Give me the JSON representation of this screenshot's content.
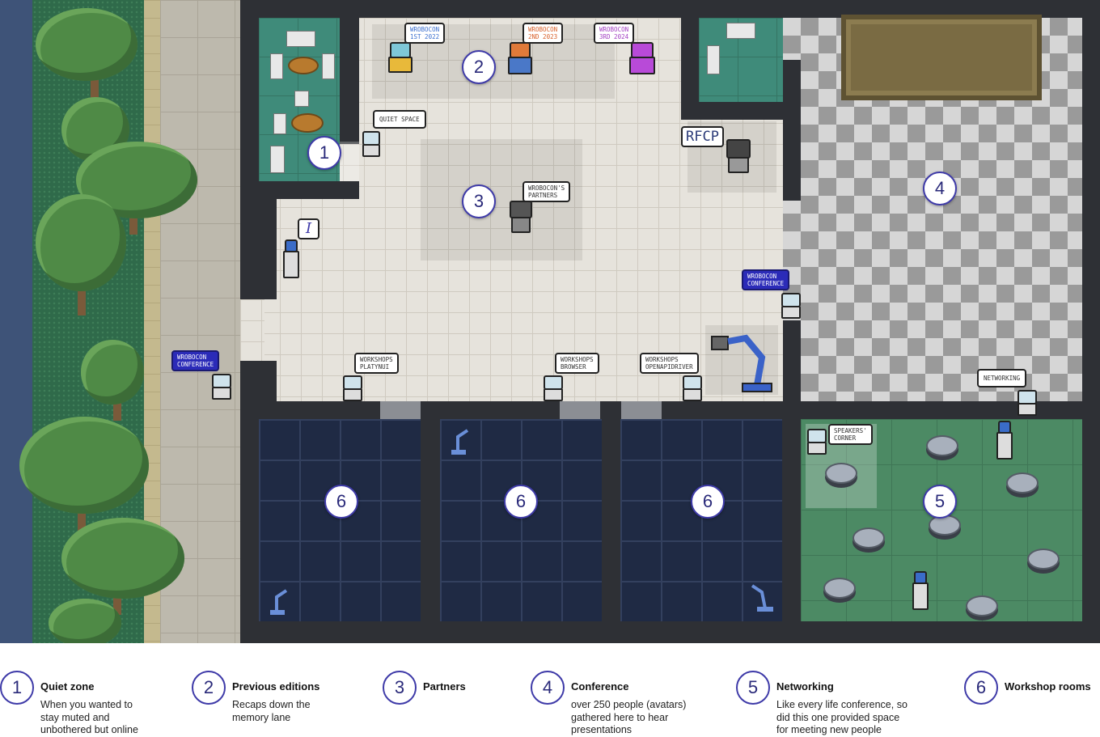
{
  "map": {
    "zone_badges": [
      "1",
      "2",
      "3",
      "4",
      "5",
      "6",
      "6",
      "6"
    ],
    "signs": {
      "ed_2022": "WROBOCON\n1st 2022",
      "ed_2023": "WROBOCON\n2nd 2023",
      "ed_2024": "WROBOCON\n3rd 2024",
      "quiet_space": "QUIET SPACE",
      "partners": "WROBOCON'S\nPARTNERS",
      "rfcp": "RFCP",
      "info": "i",
      "conf_inside": "WROBOCON\nCONFERENCE",
      "conf_outside": "WROBOCON\nCONFERENCE",
      "ws_platyn": "WORKSHOPS\nPlatynUI",
      "ws_browser": "WORKSHOPS\nBrowser",
      "ws_openapi": "WORKSHOPS\nOpenApiDriver",
      "networking": "NETWORKING",
      "speakers": "SPEAKERS'\nCORNER"
    }
  },
  "legend": [
    {
      "num": "1",
      "title": "Quiet zone",
      "desc": "When you wanted to\nstay muted and\nunbothered but online"
    },
    {
      "num": "2",
      "title": "Previous editions",
      "desc": "Recaps down the\nmemory lane"
    },
    {
      "num": "3",
      "title": "Partners",
      "desc": ""
    },
    {
      "num": "4",
      "title": "Conference",
      "desc": "over 250 people (avatars)\ngathered here to hear\npresentations"
    },
    {
      "num": "5",
      "title": "Networking",
      "desc": "Like every life conference, so\ndid this one provided space\nfor meeting new people"
    },
    {
      "num": "6",
      "title": "Workshop rooms",
      "desc": ""
    }
  ],
  "colors": {
    "badge_border": "#3e3aa8",
    "sign_inverse": "#2b2bb8",
    "river": "#3e5378",
    "park": "#2f6a4a"
  },
  "icons": [
    "robot-avatar-icon",
    "robot-arm-icon",
    "info-icon",
    "table-icon",
    "chair-icon",
    "sofa-icon"
  ]
}
